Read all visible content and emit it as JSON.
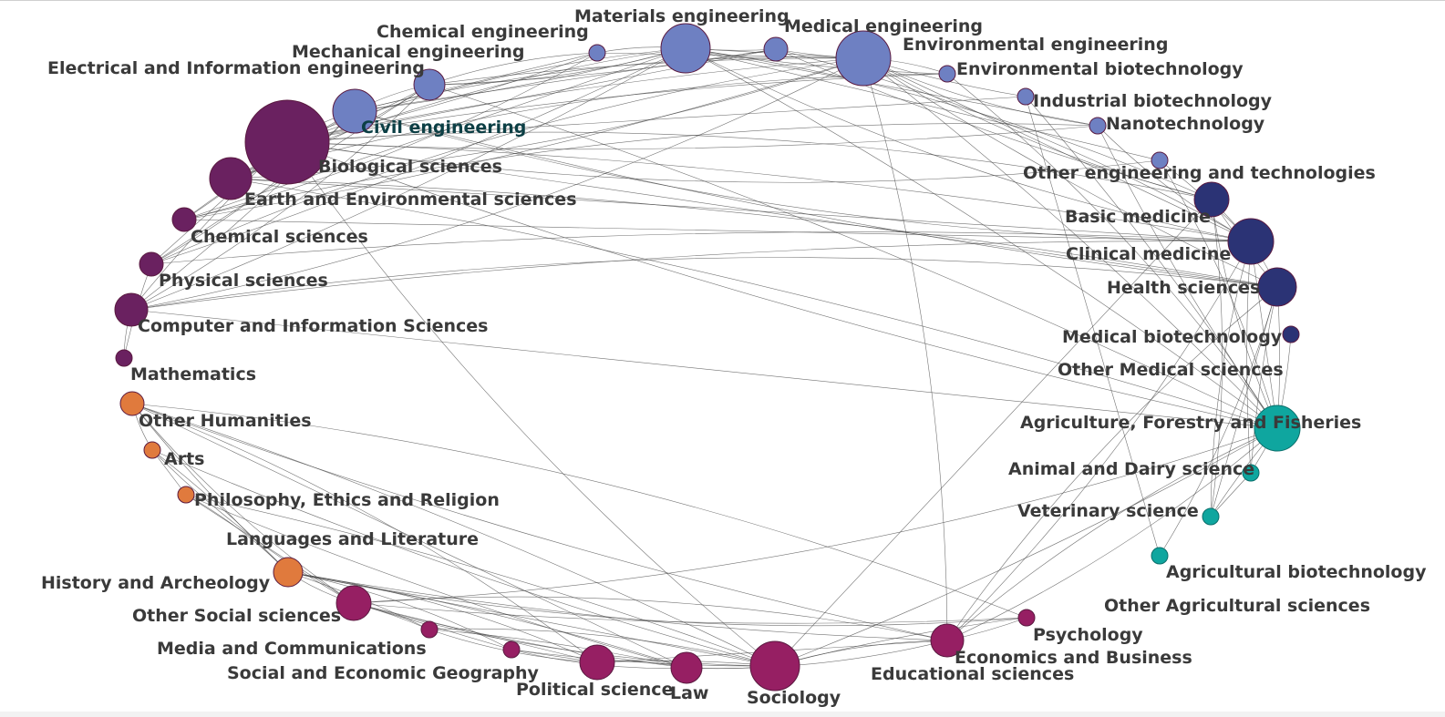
{
  "colors": {
    "engineering": "#6e80c2",
    "natural_sciences": "#6a2160",
    "medical": "#2b3375",
    "agricultural": "#0fa69f",
    "humanities": "#e07a3d",
    "social": "#961f63",
    "stroke_dark": "#5a1a40",
    "stroke_teal": "#0b6e6a"
  },
  "nodes": [
    {
      "id": "materials",
      "label": "Materials engineering",
      "group": "engineering"
    },
    {
      "id": "chem_eng",
      "label": "Chemical engineering",
      "group": "engineering"
    },
    {
      "id": "medical_eng",
      "label": "Medical engineering",
      "group": "engineering"
    },
    {
      "id": "env_eng",
      "label": "Environmental engineering",
      "group": "engineering"
    },
    {
      "id": "mech_eng",
      "label": "Mechanical engineering",
      "group": "engineering"
    },
    {
      "id": "elec_eng",
      "label": "Electrical and Information engineering",
      "group": "engineering"
    },
    {
      "id": "env_bio",
      "label": "Environmental biotechnology",
      "group": "engineering"
    },
    {
      "id": "ind_bio",
      "label": "Industrial biotechnology",
      "group": "engineering"
    },
    {
      "id": "nano",
      "label": "Nanotechnology",
      "group": "engineering"
    },
    {
      "id": "civil",
      "label": "Civil engineering",
      "group": "engineering"
    },
    {
      "id": "other_eng",
      "label": "Other engineering and technologies",
      "group": "engineering"
    },
    {
      "id": "bio_sci",
      "label": "Biological sciences",
      "group": "natural_sciences"
    },
    {
      "id": "earth",
      "label": "Earth and Environmental sciences",
      "group": "natural_sciences"
    },
    {
      "id": "chem_sci",
      "label": "Chemical sciences",
      "group": "natural_sciences"
    },
    {
      "id": "phys",
      "label": "Physical sciences",
      "group": "natural_sciences"
    },
    {
      "id": "comp",
      "label": "Computer and Information Sciences",
      "group": "natural_sciences"
    },
    {
      "id": "math",
      "label": "Mathematics",
      "group": "natural_sciences"
    },
    {
      "id": "basic_med",
      "label": "Basic medicine",
      "group": "medical"
    },
    {
      "id": "clin_med",
      "label": "Clinical medicine",
      "group": "medical"
    },
    {
      "id": "health",
      "label": "Health sciences",
      "group": "medical"
    },
    {
      "id": "med_bio",
      "label": "Medical biotechnology",
      "group": "medical"
    },
    {
      "id": "other_med",
      "label": "Other Medical sciences",
      "group": "medical"
    },
    {
      "id": "agri",
      "label": "Agriculture, Forestry and Fisheries",
      "group": "agricultural"
    },
    {
      "id": "animal",
      "label": "Animal and Dairy science",
      "group": "agricultural"
    },
    {
      "id": "vet",
      "label": "Veterinary science",
      "group": "agricultural"
    },
    {
      "id": "agri_bio",
      "label": "Agricultural biotechnology",
      "group": "agricultural"
    },
    {
      "id": "other_agri",
      "label": "Other Agricultural sciences",
      "group": "agricultural"
    },
    {
      "id": "other_hum",
      "label": "Other Humanities",
      "group": "humanities"
    },
    {
      "id": "arts",
      "label": "Arts",
      "group": "humanities"
    },
    {
      "id": "philo",
      "label": "Philosophy, Ethics and Religion",
      "group": "humanities"
    },
    {
      "id": "lang",
      "label": "Languages and Literature",
      "group": "humanities"
    },
    {
      "id": "history",
      "label": "History and Archeology",
      "group": "humanities"
    },
    {
      "id": "other_soc",
      "label": "Other Social sciences",
      "group": "social"
    },
    {
      "id": "media",
      "label": "Media and Communications",
      "group": "social"
    },
    {
      "id": "socio_geo",
      "label": "Social and Economic Geography",
      "group": "social"
    },
    {
      "id": "poli",
      "label": "Political science",
      "group": "social"
    },
    {
      "id": "law",
      "label": "Law",
      "group": "social"
    },
    {
      "id": "sociology",
      "label": "Sociology",
      "group": "social"
    },
    {
      "id": "edu",
      "label": "Educational sciences",
      "group": "social"
    },
    {
      "id": "econ",
      "label": "Economics and Business",
      "group": "social"
    },
    {
      "id": "psych",
      "label": "Psychology",
      "group": "social"
    }
  ]
}
